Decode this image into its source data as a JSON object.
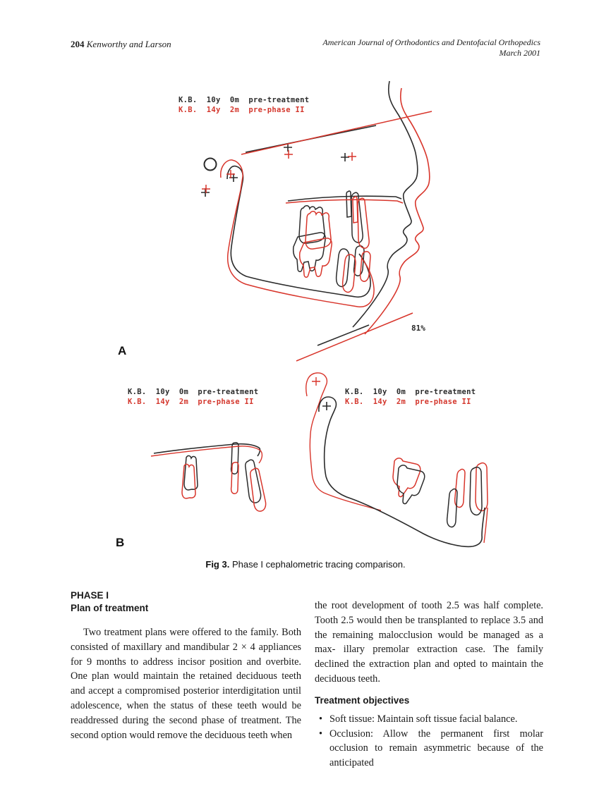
{
  "header": {
    "page_number": "204",
    "authors": "Kenworthy and Larson",
    "journal": "American Journal of Orthodontics and Dentofacial Orthopedics",
    "issue_date": "March 2001"
  },
  "figure": {
    "panel_a_label": "A",
    "panel_b_label": "B",
    "legend_black": "K.B.  10y  0m  pre-treatment",
    "legend_red": "K.B.  14y  2m  pre-phase II",
    "percent_label": "81%",
    "caption_bold": "Fig 3.",
    "caption_text": " Phase I cephalometric tracing comparison.",
    "colors": {
      "black_tracing": "#2b2b2b",
      "red_tracing": "#d8352b"
    }
  },
  "body": {
    "left_column": {
      "section_heading": "PHASE I",
      "subsection_heading": "Plan of treatment",
      "paragraph": "Two treatment plans were offered to the family. Both consisted of maxillary and mandibular 2 × 4 appliances for 9 months to address incisor position and overbite. One plan would maintain the retained deciduous teeth and accept a compromised posterior interdigitation until adolescence, when the status of these teeth would be readdressed during the second phase of treatment. The second option would remove the deciduous teeth when"
    },
    "right_column": {
      "paragraph": "the root development of tooth 2.5 was half complete. Tooth 2.5 would then be transplanted to replace 3.5 and the remaining malocclusion would be managed as a max- illary premolar extraction case. The family declined the extraction plan and opted to maintain the deciduous teeth.",
      "objectives_heading": "Treatment objectives",
      "bullet_marker": "•",
      "bullets": [
        "Soft tissue: Maintain soft tissue facial balance.",
        "Occlusion: Allow the permanent first molar occlusion to remain asymmetric because of the anticipated"
      ]
    }
  }
}
